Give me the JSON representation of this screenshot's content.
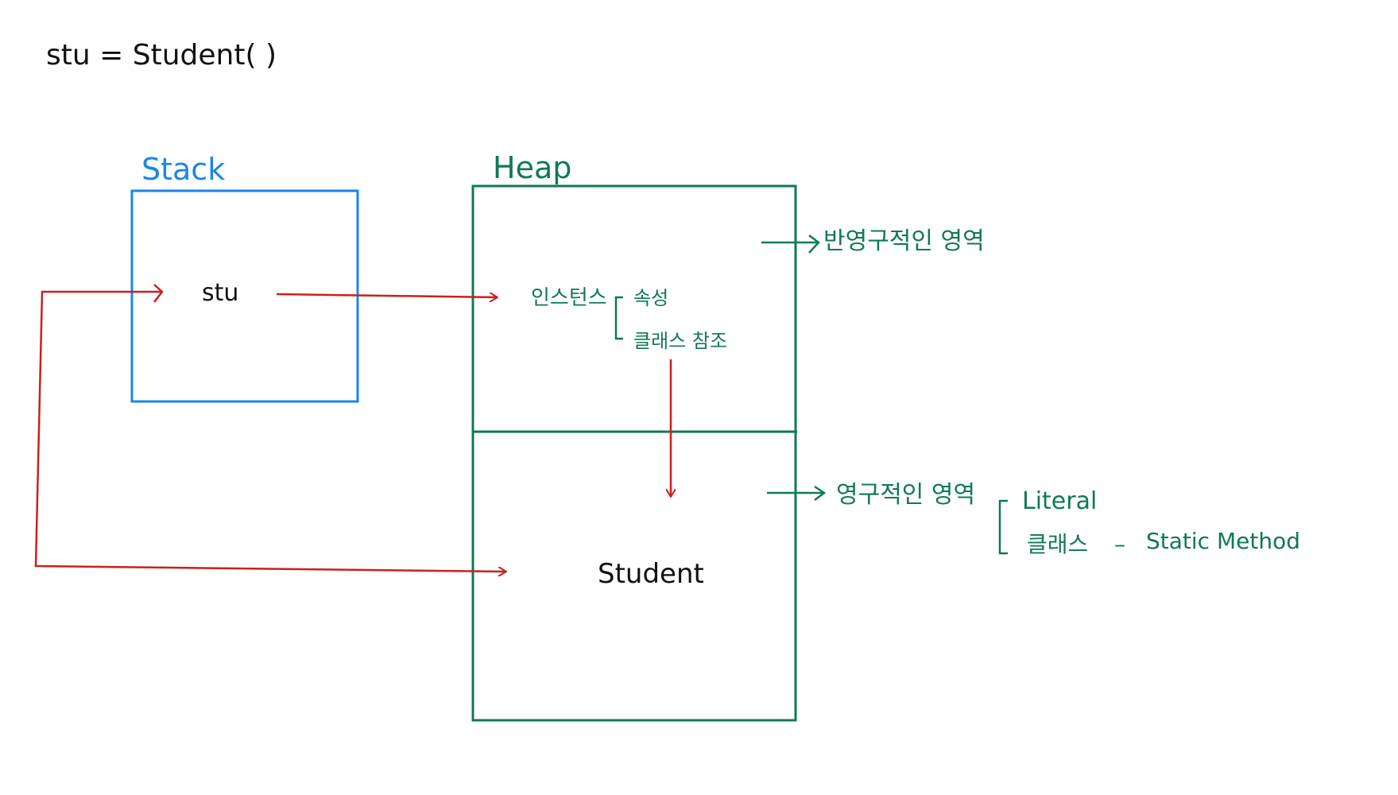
{
  "code_line": "stu = Student( )",
  "stack": {
    "label": "Stack",
    "variable": "stu"
  },
  "heap": {
    "label": "Heap",
    "instance": {
      "label": "인스턴스",
      "items": [
        "속성",
        "클래스 참조"
      ]
    },
    "object_label": "Student"
  },
  "annotations": {
    "semi_permanent": "반영구적인 영역",
    "permanent": "영구적인 영역",
    "permanent_items": {
      "literal": "Literal",
      "class": "클래스",
      "dash": "–",
      "static_method": "Static Method"
    }
  },
  "colors": {
    "stack": "#1a86e8",
    "heap": "#0f7a52",
    "arrow": "#cc1f1f",
    "text": "#111111"
  }
}
